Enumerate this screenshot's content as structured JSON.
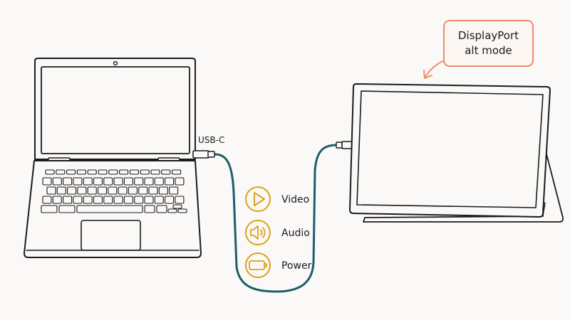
{
  "port_label": "USB-C",
  "signals": [
    {
      "label": "Video",
      "icon": "play-icon"
    },
    {
      "label": "Audio",
      "icon": "speaker-icon"
    },
    {
      "label": "Power",
      "icon": "battery-icon"
    }
  ],
  "callout": {
    "line1": "DisplayPort",
    "line2": "alt mode"
  },
  "colors": {
    "cable": "#1e5e68",
    "signal_icons": "#d9a21b",
    "callout": "#ee8a6a",
    "outline": "#1b1b1b"
  }
}
